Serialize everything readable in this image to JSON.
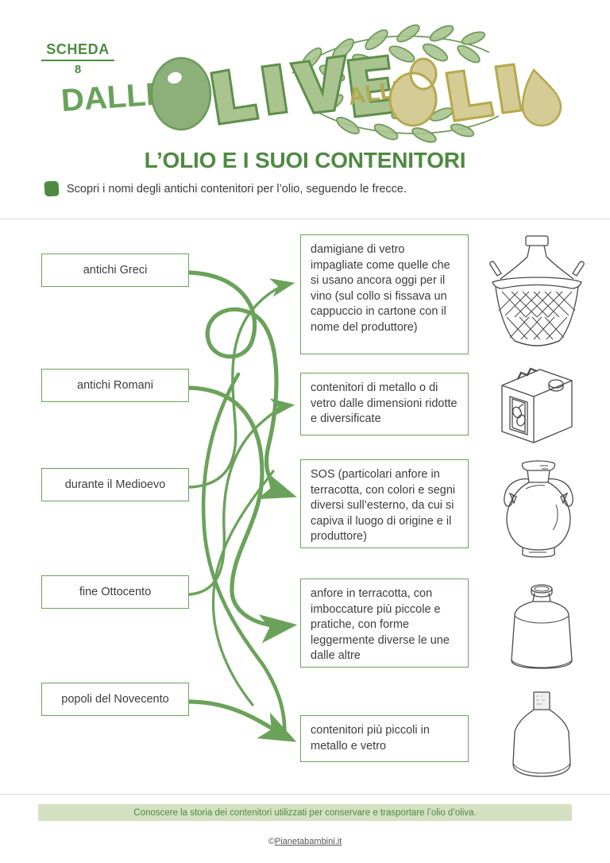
{
  "header": {
    "sheet_word": "SCHEDA",
    "sheet_number": "8",
    "logo_part1": "DALLE",
    "logo_olive": "OLIVE",
    "logo_part2": "ALL’",
    "logo_olio": "OLIO",
    "brand_green": "#6aa25a",
    "brand_dark_green": "#4e8a41",
    "brand_olive": "#b5a84e",
    "leaf_green": "#a9c48f"
  },
  "title": "L’OLIO E I SUOI CONTENITORI",
  "instruction": {
    "bullet_icon": "square-bullet-icon",
    "text": "Scopri i nomi degli antichi contenitori per l’olio, seguendo le frecce."
  },
  "left_items": [
    {
      "label": "antichi Greci"
    },
    {
      "label": "antichi Romani"
    },
    {
      "label": "durante il Medioevo"
    },
    {
      "label": "fine Ottocento"
    },
    {
      "label": "popoli del Novecento"
    }
  ],
  "right_items": [
    {
      "text": "damigiane di vetro impagliate come quelle che si usano ancora oggi per il vino (sul collo si fissava un cappuccio in cartone con il nome del produttore)",
      "illustration": "demijohn-wicker-basket-icon"
    },
    {
      "text": "contenitori di metallo o di vetro dalle dimensioni ridotte e diversificate",
      "illustration": "metal-oil-tin-icon"
    },
    {
      "text": "SOS (particolari anfore in terracotta, con colori e segni diversi sull’esterno, da cui si capiva il luogo di origine e il produttore)",
      "illustration": "amphora-icon"
    },
    {
      "text": "anfore in terracotta, con imboccature più piccole e pratiche, con forme leggermente diverse le une dalle altre",
      "illustration": "terracotta-jar-icon"
    },
    {
      "text": "contenitori più piccoli in metallo e vetro",
      "illustration": "glass-bottle-icon"
    }
  ],
  "footer": {
    "band_text": "Conoscere la storia dei contenitori utilizzati per conservare e trasportare l’olio d’oliva.",
    "credit_prefix": "©",
    "credit_site": "Pianetabambini.it"
  }
}
